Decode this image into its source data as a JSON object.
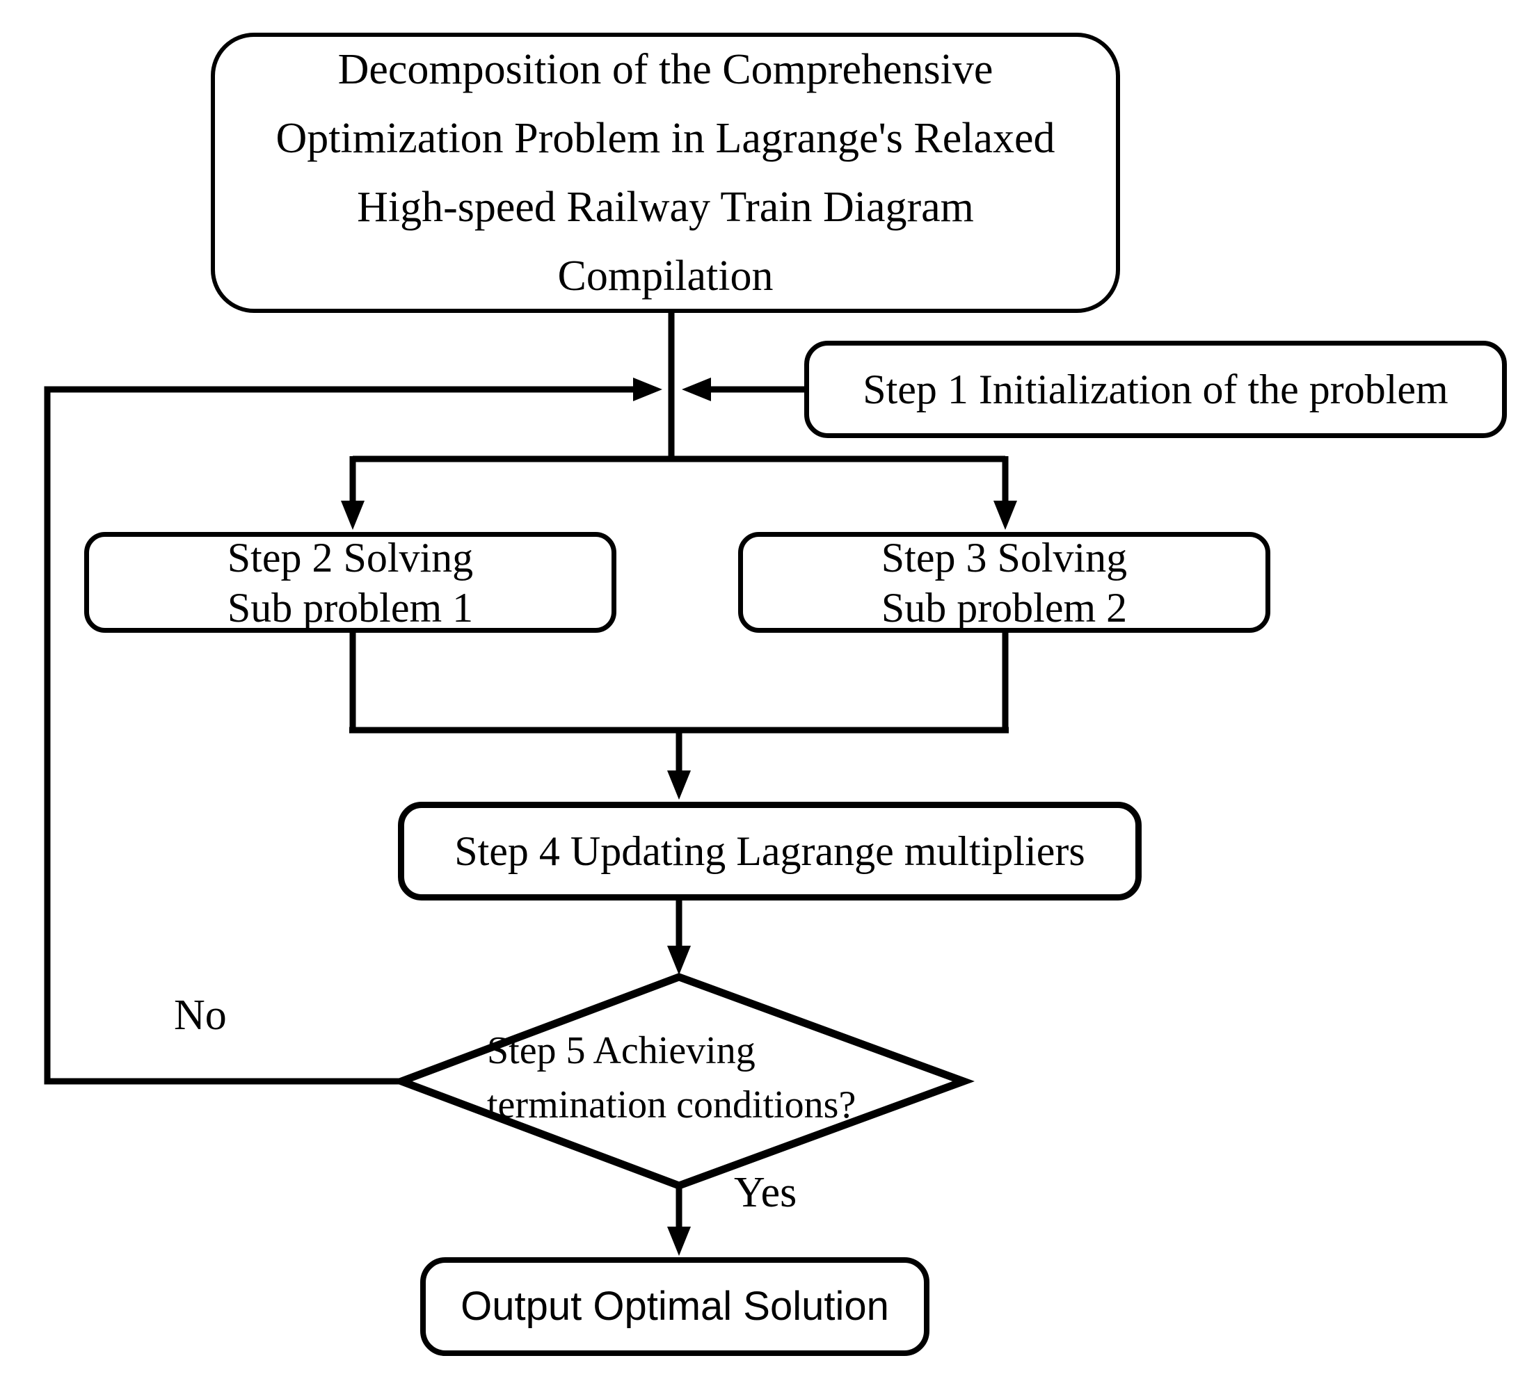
{
  "diagram": {
    "background_color": "#ffffff",
    "line_color": "#000000",
    "nodes": {
      "decomposition": {
        "type": "rounded-rect",
        "lines": [
          "Decomposition of the Comprehensive",
          "Optimization Problem in Lagrange's Relaxed",
          "High-speed Railway Train Diagram",
          "Compilation"
        ]
      },
      "step1": {
        "type": "rounded-rect",
        "label": "Step 1 Initialization of the problem"
      },
      "step2": {
        "type": "rounded-rect",
        "lines": [
          "Step 2 Solving",
          "Sub problem 1"
        ]
      },
      "step3": {
        "type": "rounded-rect",
        "lines": [
          "Step 3 Solving",
          "Sub problem 2"
        ]
      },
      "step4": {
        "type": "rounded-rect",
        "label": "Step 4 Updating Lagrange multipliers"
      },
      "step5": {
        "type": "diamond",
        "lines": [
          "Step 5 Achieving",
          "termination conditions?"
        ]
      },
      "output": {
        "type": "rounded-rect",
        "label": "Output Optimal Solution"
      }
    },
    "edge_labels": {
      "no": "No",
      "yes": "Yes"
    },
    "edges": [
      {
        "from": "decomposition",
        "to": "branch-point"
      },
      {
        "from": "step1",
        "to": "main-line"
      },
      {
        "from": "branch-point",
        "to": "step2"
      },
      {
        "from": "branch-point",
        "to": "step3"
      },
      {
        "from": "step2",
        "to": "step4"
      },
      {
        "from": "step3",
        "to": "step4"
      },
      {
        "from": "step4",
        "to": "step5"
      },
      {
        "from": "step5",
        "to": "output",
        "label": "Yes"
      },
      {
        "from": "step5",
        "to": "main-line",
        "label": "No"
      }
    ]
  }
}
